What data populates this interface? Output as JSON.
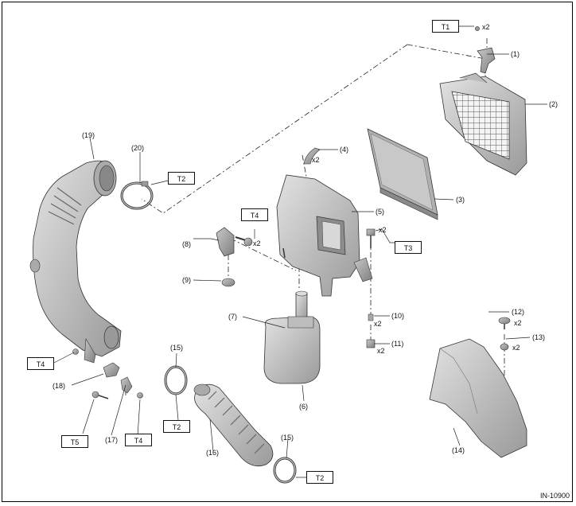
{
  "figure_id": "IN-10900",
  "torque_labels": {
    "t1": "T1",
    "t2": "T2",
    "t3": "T3",
    "t4": "T4",
    "t5": "T5"
  },
  "quantity": "x2",
  "callouts": {
    "p1": "(1)",
    "p2": "(2)",
    "p3": "(3)",
    "p4": "(4)",
    "p5": "(5)",
    "p6": "(6)",
    "p7": "(7)",
    "p8": "(8)",
    "p9": "(9)",
    "p10": "(10)",
    "p11": "(11)",
    "p12": "(12)",
    "p13": "(13)",
    "p14": "(14)",
    "p15": "(15)",
    "p16": "(16)",
    "p17": "(17)",
    "p18": "(18)",
    "p19": "(19)",
    "p20": "(20)"
  }
}
